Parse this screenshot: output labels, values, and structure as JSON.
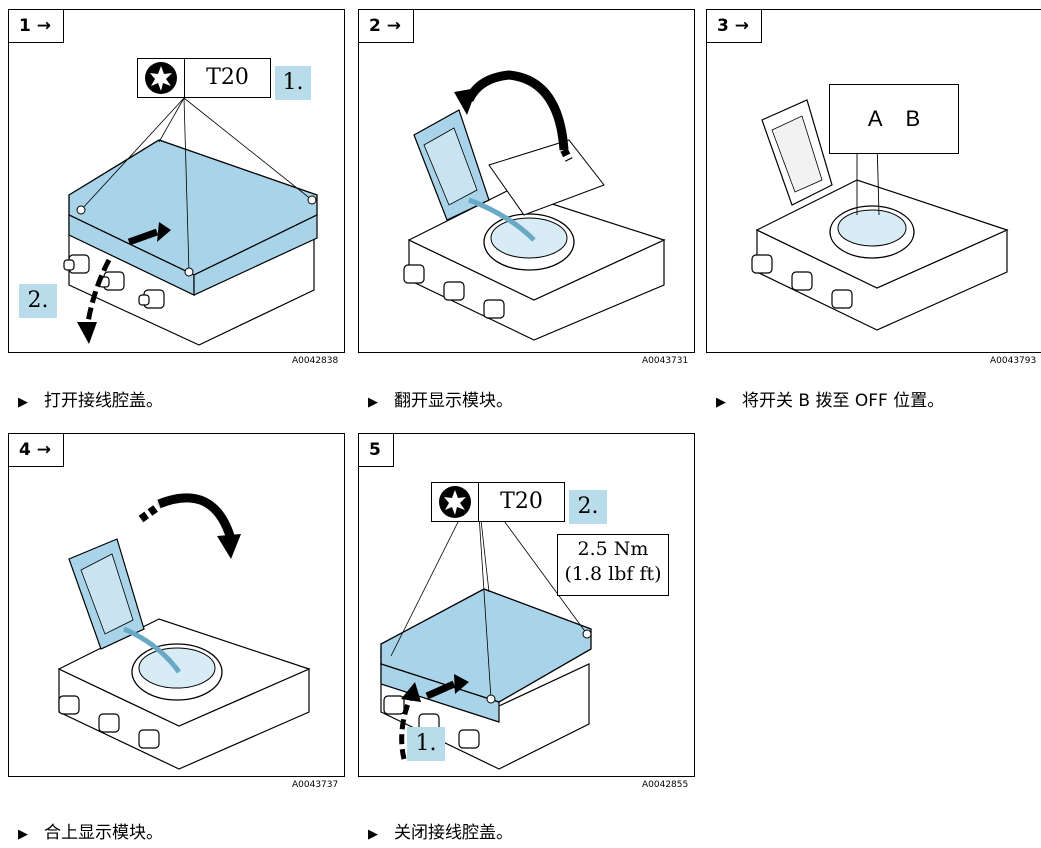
{
  "panels": [
    {
      "step": "1 →",
      "code": "A0042838",
      "caption": "打开接线腔盖。",
      "tool": "T20",
      "tag1": "1.",
      "tag2": "2."
    },
    {
      "step": "2 →",
      "code": "A0043731",
      "caption": "翻开显示模块。"
    },
    {
      "step": "3 →",
      "code": "A0043793",
      "caption": "将开关 B 拨至 OFF 位置。",
      "callout": "A B"
    },
    {
      "step": "4 →",
      "code": "A0043737",
      "caption": "合上显示模块。"
    },
    {
      "step": "5",
      "code": "A0042855",
      "caption": "关闭接线腔盖。",
      "tool": "T20",
      "tag1": "2.",
      "tag2": "1.",
      "torque_line1": "2.5 Nm",
      "torque_line2": "(1.8 lbf ft)"
    }
  ],
  "bullet": "▶",
  "colors": {
    "housing_fill": "#a9d3e8",
    "tag_fill": "#b9dcea",
    "line": "#000000"
  }
}
